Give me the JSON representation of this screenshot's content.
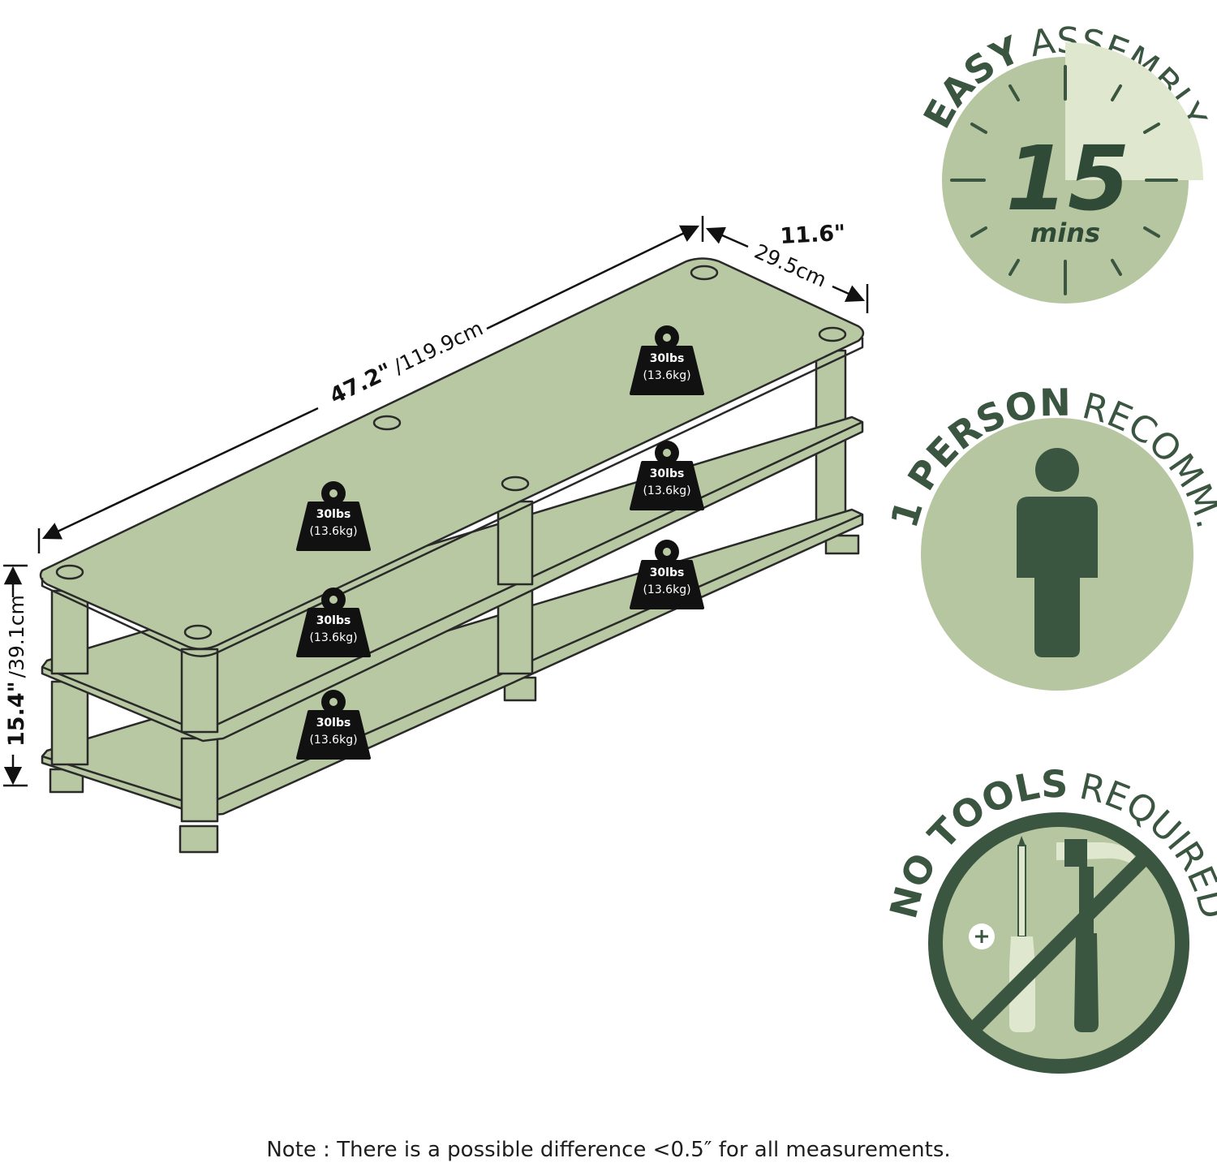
{
  "dimensions": {
    "width_in": "47.2\"",
    "width_cm": "/119.9cm",
    "depth_in": "11.6\"",
    "depth_cm": "29.5cm",
    "height_in": "15.4\"",
    "height_cm": "/39.1cm"
  },
  "shelf_capacity": {
    "weight_lbs": "30lbs",
    "weight_kg": "(13.6kg)"
  },
  "badges": {
    "assembly": {
      "word_bold": "EASY",
      "word_light": "ASSEMBLY",
      "time_value": "15",
      "time_unit": "mins"
    },
    "person": {
      "word_bold": "1 PERSON",
      "word_light": "RECOMM."
    },
    "tools": {
      "word_bold": "NO TOOLS",
      "word_light": "REQUIRED"
    }
  },
  "note": "Note : There is a possible difference <0.5″ for all measurements.",
  "colors": {
    "shelf_fill": "#b8c8a2",
    "outline": "#2a2a2a",
    "dark_green": "#3a5540",
    "badge_fill": "#b6c6a0",
    "badge_light": "#dfe8cf",
    "weight_tag": "#111111"
  },
  "icons": [
    "weight-tag-icon",
    "clock-icon",
    "person-icon",
    "screwdriver-icon",
    "hammer-icon",
    "no-sign-icon"
  ]
}
